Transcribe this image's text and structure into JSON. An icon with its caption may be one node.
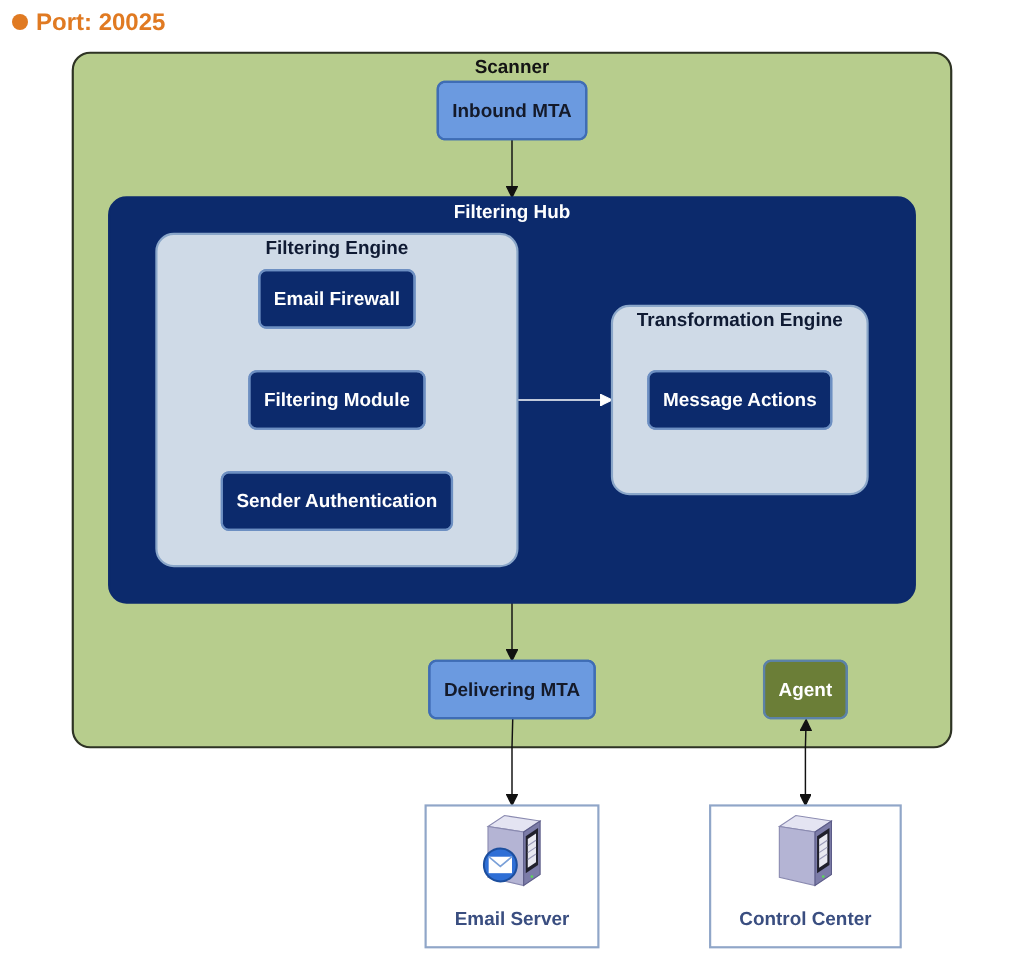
{
  "diagram": {
    "nodes": [
      {
        "text": [
          "Scanner"
        ]
      },
      {
        "text": [
          "Inbound MTA"
        ],
        "in": 0
      },
      {
        "text": [
          "Filtering Hub"
        ],
        "in": 0
      },
      {
        "text": [
          "Filtering Engine"
        ],
        "in": 2
      },
      {
        "text": [
          "Email Firewall"
        ],
        "in": 3
      },
      {
        "text": [
          "Filtering Module"
        ],
        "in": 3
      },
      {
        "text": [
          "Sender Authentication"
        ],
        "in": 3
      },
      {
        "text": [
          "Transformation Engine"
        ],
        "in": 2
      },
      {
        "text": [
          "Message Actions"
        ],
        "in": 7
      },
      {
        "text": [
          "Agent"
        ],
        "in": 0
      },
      {
        "text": [
          "Delivering MTA"
        ],
        "in": 0
      },
      {
        "text": [
          "Control Center"
        ]
      },
      {
        "text": [
          "Email Server"
        ]
      }
    ],
    "edges": [
      {
        "from": 1,
        "to": 2,
        "arrow": "to"
      },
      {
        "from": 3,
        "to": 7,
        "arrow": "to",
        "color": "#ffffff"
      },
      {
        "from": 2,
        "to": 10,
        "arrow": "to"
      },
      {
        "from": 9,
        "to": 11,
        "arrow": "both"
      },
      {
        "from": 10,
        "to": 12,
        "arrow": "to"
      }
    ],
    "labels": [
      "Port: 20025"
    ]
  }
}
